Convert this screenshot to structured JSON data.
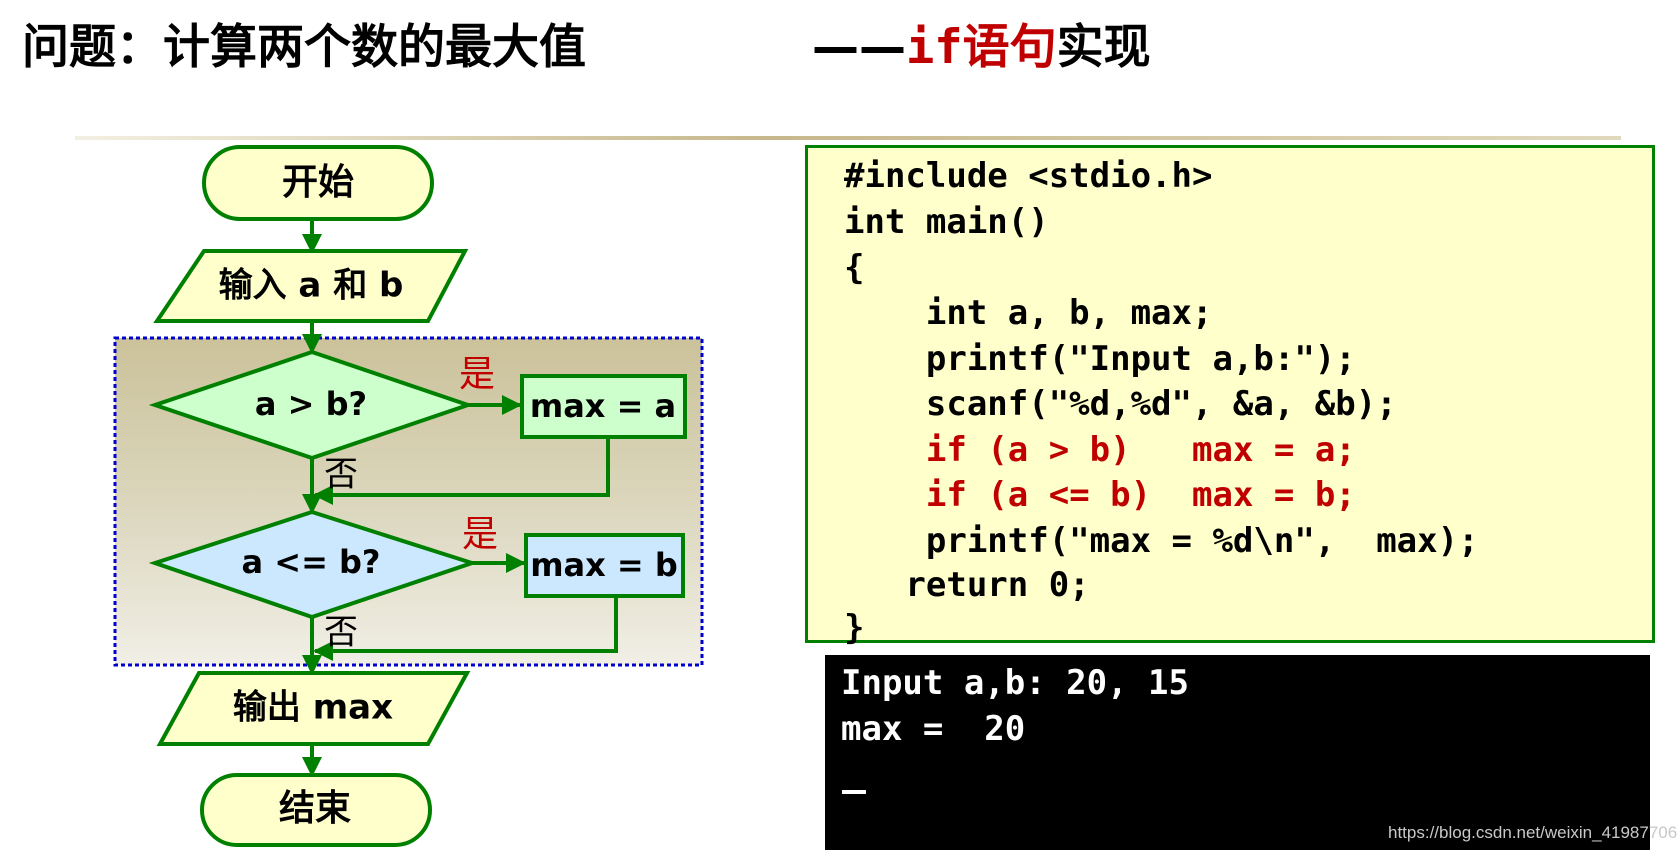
{
  "title": {
    "main": "问题：计算两个数的最大值",
    "sub_dash": "——",
    "sub_keyword": "if",
    "sub_red": "语句",
    "sub_tail": "实现"
  },
  "flowchart": {
    "start": "开始",
    "input": "输入 a 和 b",
    "decision1": "a > b?",
    "yes1": "是",
    "process1": "max = a",
    "no1": "否",
    "decision2": "a <= b?",
    "yes2": "是",
    "process2": "max = b",
    "no2": "否",
    "output": "输出 max",
    "end": "结束"
  },
  "code": {
    "lines": [
      {
        "pre": "#include <stdio.h>",
        "kw": "",
        "post": ""
      },
      {
        "pre": "int main()",
        "kw": "",
        "post": ""
      },
      {
        "pre": "{",
        "kw": "",
        "post": ""
      },
      {
        "pre": "    int a, b, max;",
        "kw": "",
        "post": ""
      },
      {
        "pre": "    printf(\"Input a,b:\");",
        "kw": "",
        "post": ""
      },
      {
        "pre": "    scanf(\"%d,%d\", &a, &b);",
        "kw": "",
        "post": ""
      },
      {
        "pre": "    ",
        "kw": "if",
        "post": " (a > b)   max = a;"
      },
      {
        "pre": "    ",
        "kw": "if",
        "post": " (a <= b)  max = b;"
      },
      {
        "pre": "    printf(\"max = %d\\n\",  max);",
        "kw": "",
        "post": ""
      },
      {
        "pre": "   return 0;",
        "kw": "",
        "post": ""
      },
      {
        "pre": "}",
        "kw": "",
        "post": ""
      }
    ]
  },
  "console": {
    "lines": [
      "Input a,b: 20, 15",
      "max =  20"
    ]
  },
  "watermark": "https://blog.csdn.net/weixin_41987706",
  "colors": {
    "flow_stroke": "#008000",
    "terminal_fill": "#ffffcc",
    "decision1_fill": "#ccffcc",
    "decision2_fill": "#cce8ff",
    "keyword_red": "#c00000",
    "code_bg": "#ffffcc",
    "console_bg": "#000000"
  }
}
